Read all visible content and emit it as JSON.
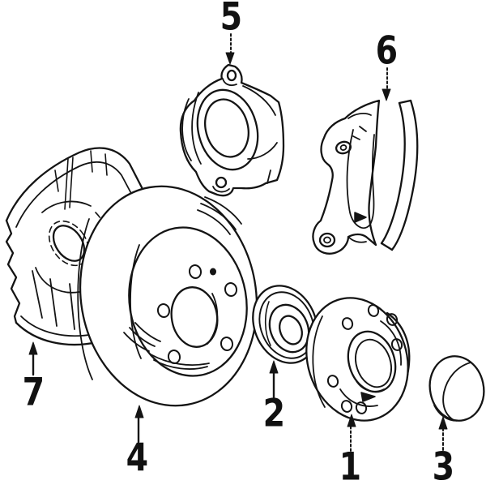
{
  "diagram": {
    "background": "#ffffff",
    "line_color": "#141414",
    "callouts": [
      {
        "label": "1",
        "part": "wheel-hub",
        "arrow_style": "dotted",
        "arrow_direction": "up"
      },
      {
        "label": "2",
        "part": "wheel-bearing",
        "arrow_style": "solid",
        "arrow_direction": "up"
      },
      {
        "label": "3",
        "part": "dust-cap",
        "arrow_style": "dashed",
        "arrow_direction": "up"
      },
      {
        "label": "4",
        "part": "brake-rotor",
        "arrow_style": "solid",
        "arrow_direction": "up"
      },
      {
        "label": "5",
        "part": "brake-caliper",
        "arrow_style": "dotted",
        "arrow_direction": "down"
      },
      {
        "label": "6",
        "part": "caliper-bracket",
        "arrow_style": "dotted",
        "arrow_direction": "down"
      },
      {
        "label": "7",
        "part": "splash-shield",
        "arrow_style": "solid",
        "arrow_direction": "up"
      }
    ]
  }
}
